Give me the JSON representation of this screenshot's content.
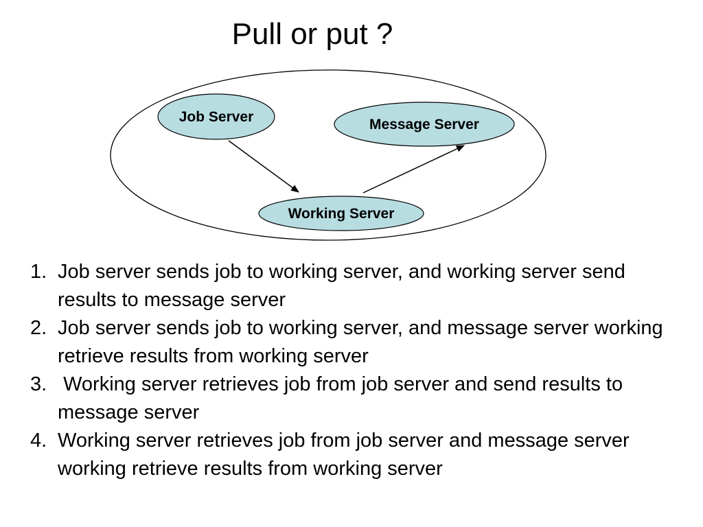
{
  "title": "Pull or put ?",
  "diagram": {
    "nodes": {
      "job_server": "Job Server",
      "message_server": "Message Server",
      "working_server": "Working Server"
    },
    "edges": [
      {
        "from": "job_server",
        "to": "working_server"
      },
      {
        "from": "working_server",
        "to": "message_server"
      }
    ],
    "colors": {
      "node_fill": "#b8dde1",
      "outline": "#000000"
    }
  },
  "steps": [
    {
      "number": "1.",
      "text": "Job server sends job to working server, and working server send results to message server"
    },
    {
      "number": "2.",
      "text": "Job server sends job to working server, and message server working retrieve results from working server"
    },
    {
      "number": "3.",
      "text": " Working server retrieves job from job server and send results to message server"
    },
    {
      "number": "4.",
      "text": "Working server retrieves job from job server and message server working retrieve results from working server"
    }
  ]
}
